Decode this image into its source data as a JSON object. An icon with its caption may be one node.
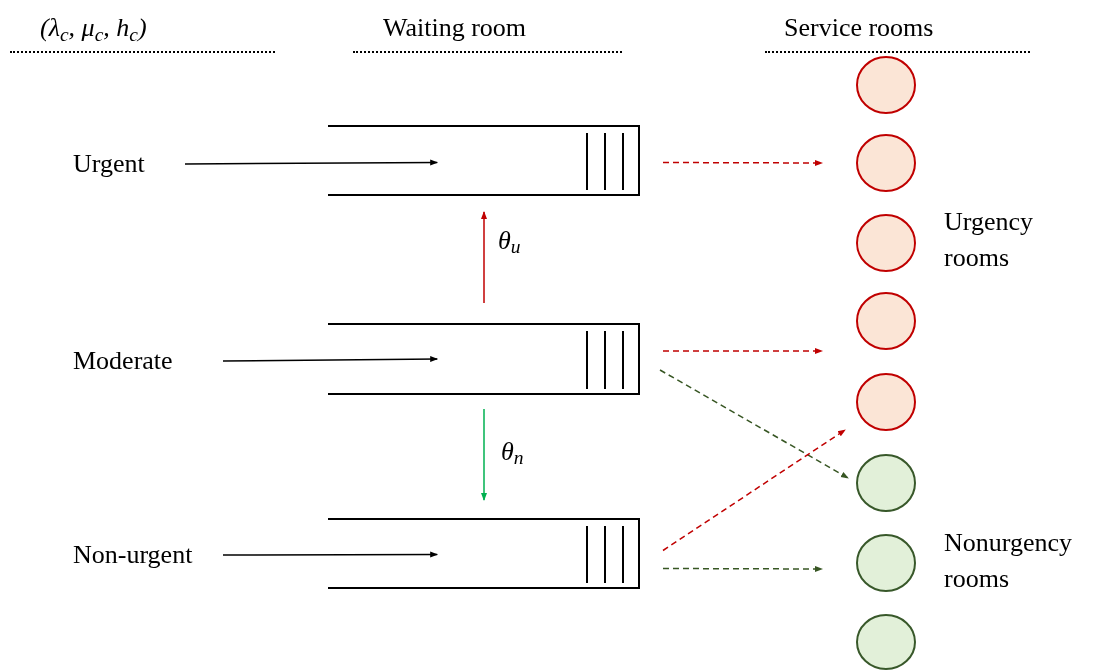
{
  "diagram": {
    "nodes": [
      {
        "text": [
          "Urgent"
        ]
      },
      {
        "text": [
          "Moderate"
        ]
      },
      {
        "text": [
          "Non-urgent"
        ]
      },
      {
        "text": [],
        "shape": "box"
      },
      {
        "text": [],
        "shape": "box"
      },
      {
        "text": [],
        "shape": "box"
      },
      {
        "text": [],
        "shape": "circle"
      },
      {
        "text": [],
        "shape": "circle"
      },
      {
        "text": [],
        "shape": "circle"
      },
      {
        "text": [],
        "shape": "circle"
      },
      {
        "text": [],
        "shape": "circle"
      },
      {
        "text": [],
        "shape": "circle"
      },
      {
        "text": [],
        "shape": "circle"
      },
      {
        "text": [],
        "shape": "circle"
      }
    ],
    "edges": [
      {
        "from": 0,
        "to": 3,
        "arrow": "to",
        "color": "#000000"
      },
      {
        "from": 1,
        "to": 4,
        "arrow": "to",
        "color": "#000000"
      },
      {
        "from": 2,
        "to": 5,
        "arrow": "to",
        "color": "#000000"
      },
      {
        "from": 4,
        "to": 3,
        "arrow": "to",
        "label": "θ$_{u}$",
        "color": "#c00000"
      },
      {
        "from": 4,
        "to": 5,
        "arrow": "to",
        "label": "θ$_{n}$",
        "color": "#00b050"
      },
      {
        "from": 3,
        "to": 7,
        "arrow": "to",
        "style": "dashed",
        "color": "#c00000"
      },
      {
        "from": 4,
        "to": 9,
        "arrow": "to",
        "style": "dashed",
        "color": "#c00000"
      },
      {
        "from": 4,
        "to": 11,
        "arrow": "to",
        "style": "dashed",
        "color": "#375623"
      },
      {
        "from": 5,
        "to": 10,
        "arrow": "to",
        "style": "dashed",
        "color": "#c00000"
      },
      {
        "from": 5,
        "to": 12,
        "arrow": "to",
        "style": "dashed",
        "color": "#375623"
      }
    ],
    "labels": [
      "(λ$_{c}$, μ$_{c}$, h$_{c}$)",
      "Waiting room",
      "Service rooms",
      "Urgency rooms",
      "Nonurgency rooms"
    ]
  }
}
